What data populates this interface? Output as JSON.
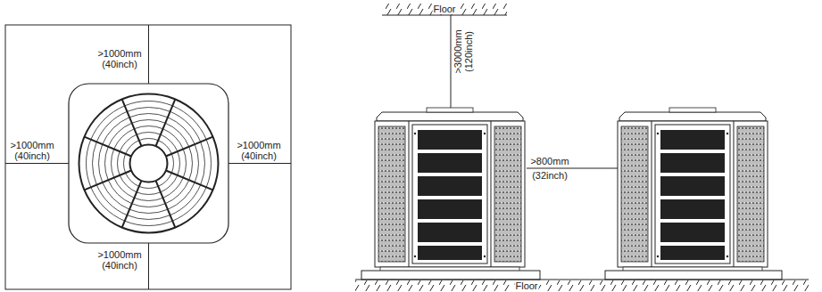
{
  "diagram": {
    "labels": [
      ">1000mm",
      "(40inch)",
      ">1000mm",
      "(40inch)",
      ">1000mm",
      "(40inch)",
      ">1000mm",
      "(40inch)",
      "Floor",
      ">3000mm",
      "(120inch)",
      ">800mm",
      "(32inch)",
      "Floor"
    ]
  }
}
